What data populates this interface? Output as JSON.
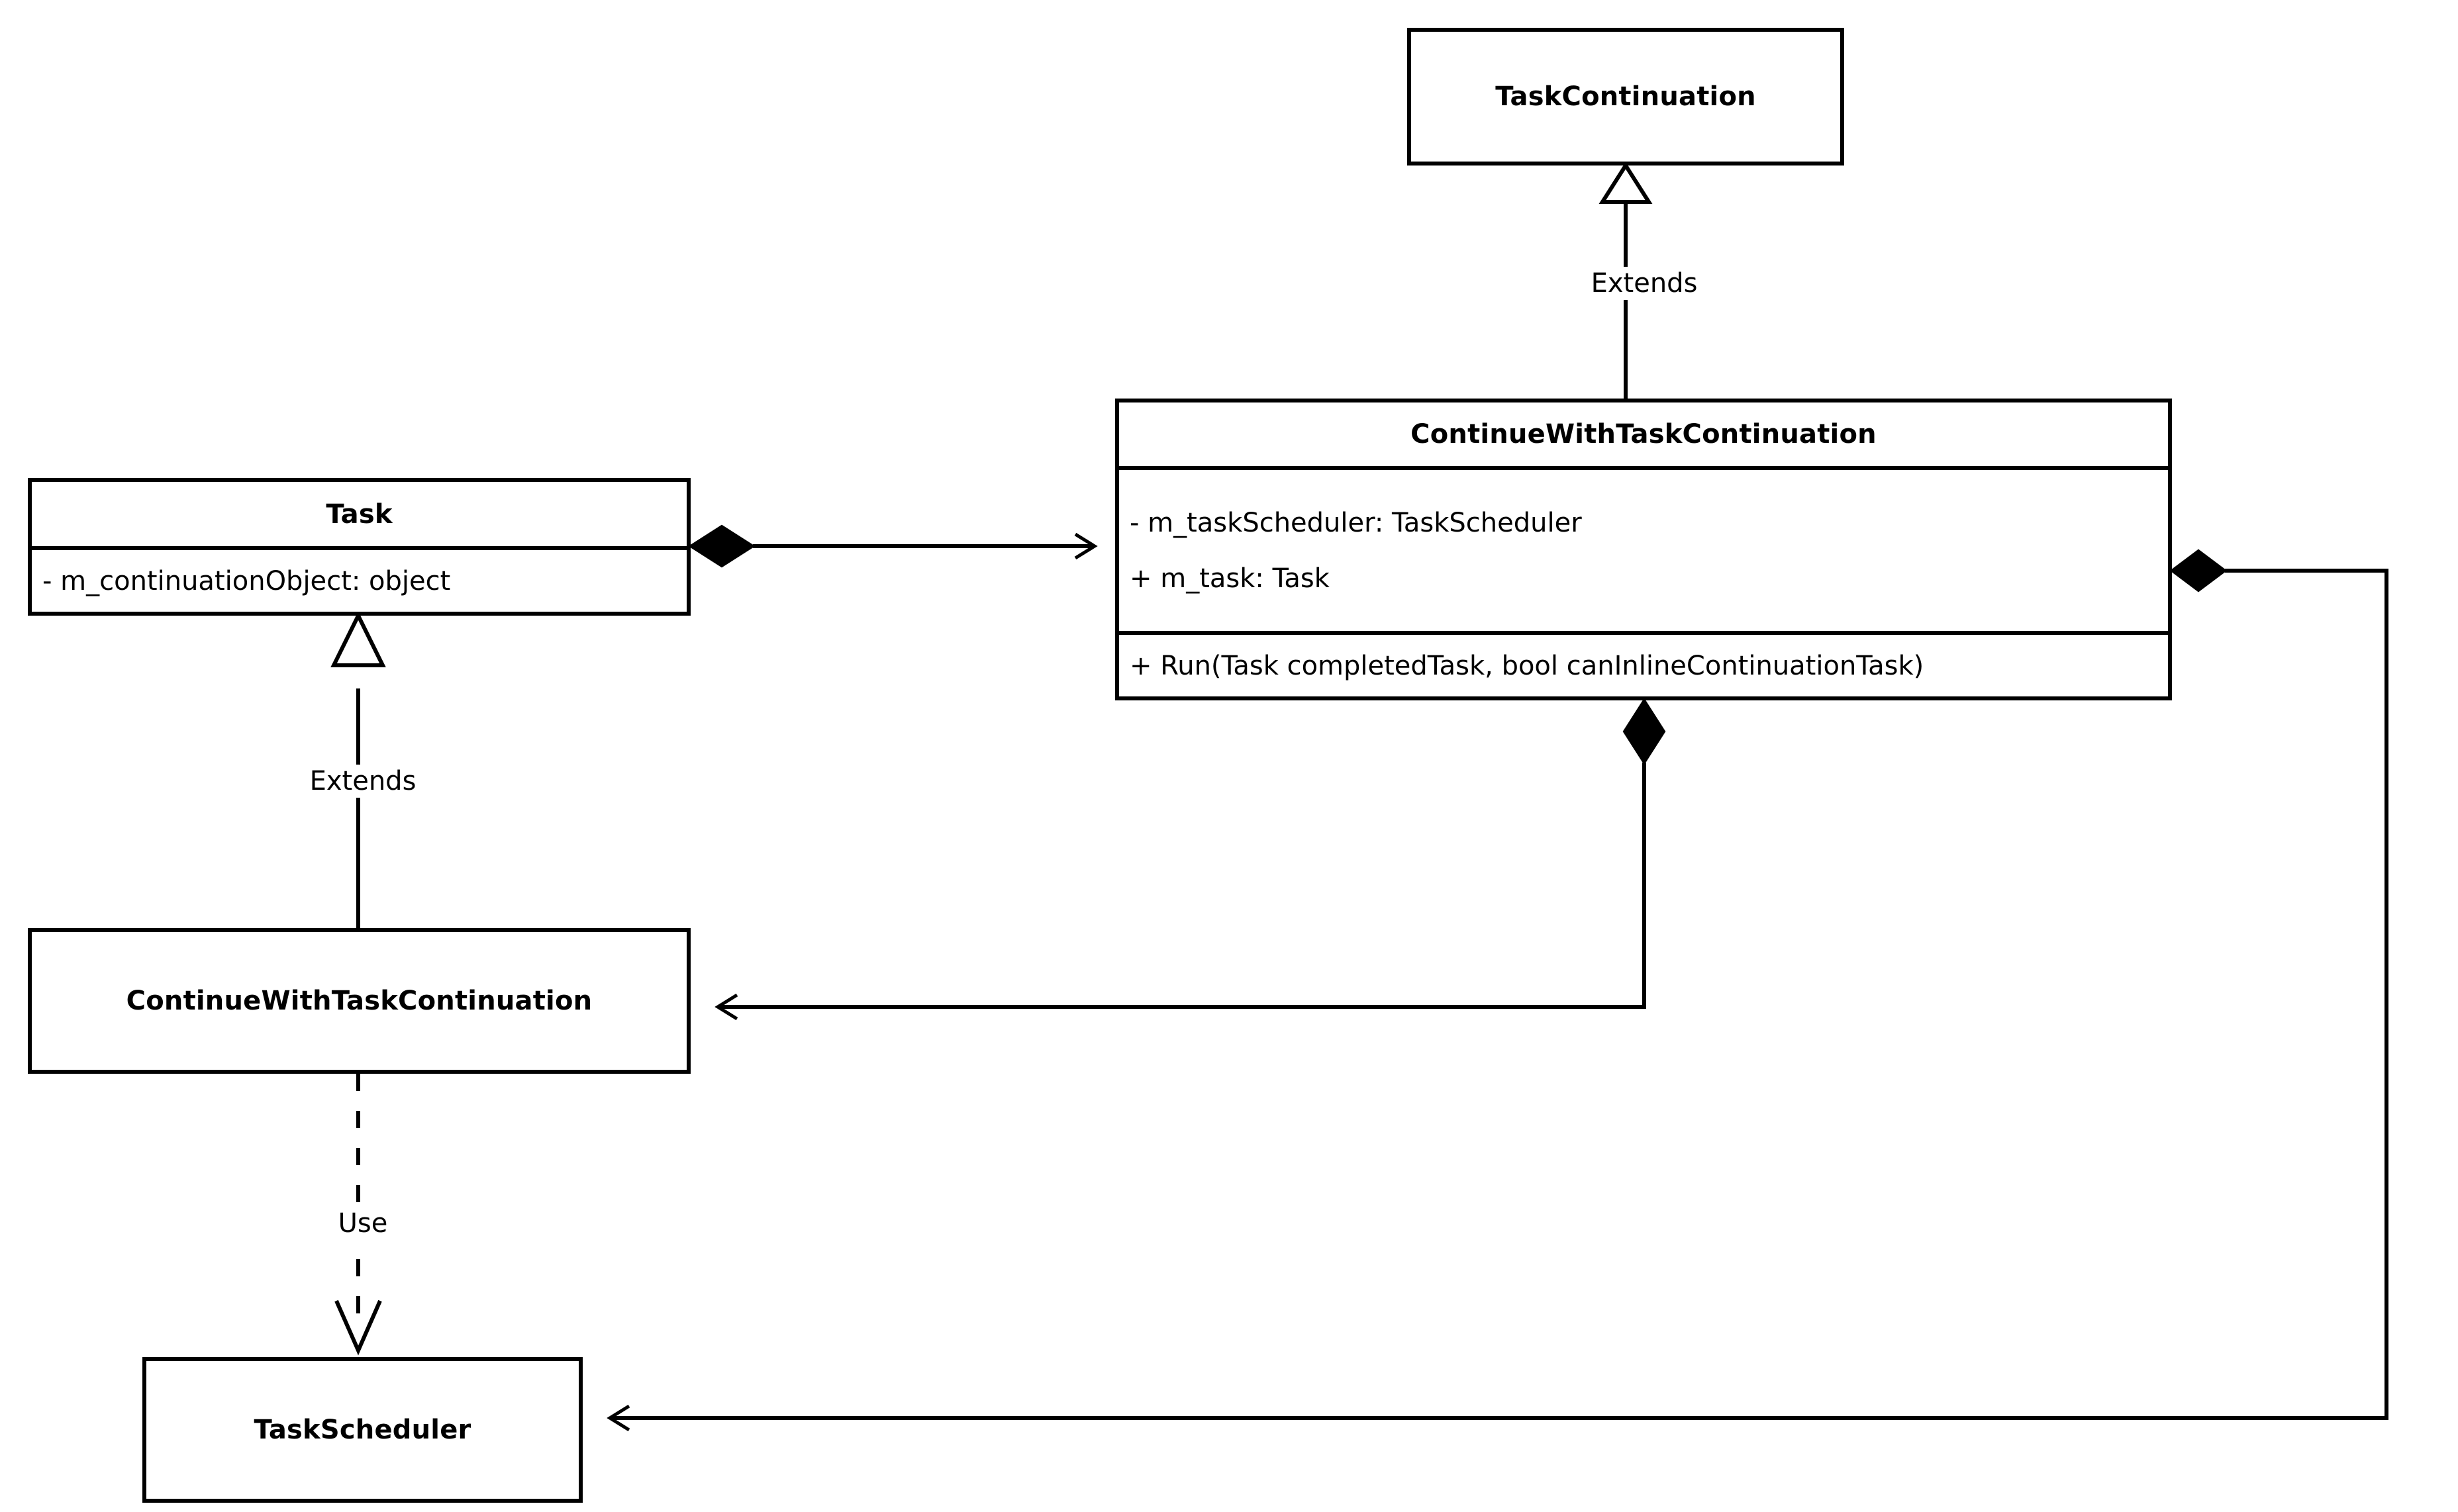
{
  "diagram": {
    "title": "TPL Task continuation UML class diagram",
    "type": "uml-class-diagram",
    "background_color": "#ffffff",
    "line_color": "#000000",
    "text_color": "#000000"
  },
  "classes": {
    "task_continuation": {
      "name": "TaskContinuation",
      "attributes": [],
      "operations": []
    },
    "continue_with_task_continuation_main": {
      "name": "ContinueWithTaskContinuation",
      "attributes": [
        "- m_taskScheduler: TaskScheduler",
        "+ m_task: Task"
      ],
      "operations": [
        "+ Run(Task completedTask, bool canInlineContinuationTask)"
      ]
    },
    "task": {
      "name": "Task",
      "attributes": [
        "- m_continuationObject: object"
      ],
      "operations": []
    },
    "continue_with_task_continuation_lower": {
      "name": "ContinueWithTaskContinuation",
      "attributes": [],
      "operations": []
    },
    "task_scheduler": {
      "name": "TaskScheduler",
      "attributes": [],
      "operations": []
    }
  },
  "relationships": [
    {
      "id": "extends-top",
      "label": "Extends",
      "kind": "generalization",
      "from": "ContinueWithTaskContinuation",
      "to": "TaskContinuation"
    },
    {
      "id": "extends-left",
      "label": "Extends",
      "kind": "generalization",
      "from": "ContinueWithTaskContinuation",
      "to": "Task"
    },
    {
      "id": "use-dashed",
      "label": "Use",
      "kind": "dependency",
      "from": "ContinueWithTaskContinuation",
      "to": "TaskScheduler"
    },
    {
      "id": "task-composes-cwtc",
      "label": "",
      "kind": "composition",
      "from": "Task",
      "to": "ContinueWithTaskContinuation"
    },
    {
      "id": "cwtc-composes-task",
      "label": "",
      "kind": "composition",
      "from": "ContinueWithTaskContinuation",
      "to": "ContinueWithTaskContinuation"
    },
    {
      "id": "cwtc-composes-scheduler",
      "label": "",
      "kind": "composition",
      "from": "ContinueWithTaskContinuation",
      "to": "TaskScheduler"
    }
  ],
  "labels": {
    "extends_top": "Extends",
    "extends_left": "Extends",
    "use": "Use"
  }
}
